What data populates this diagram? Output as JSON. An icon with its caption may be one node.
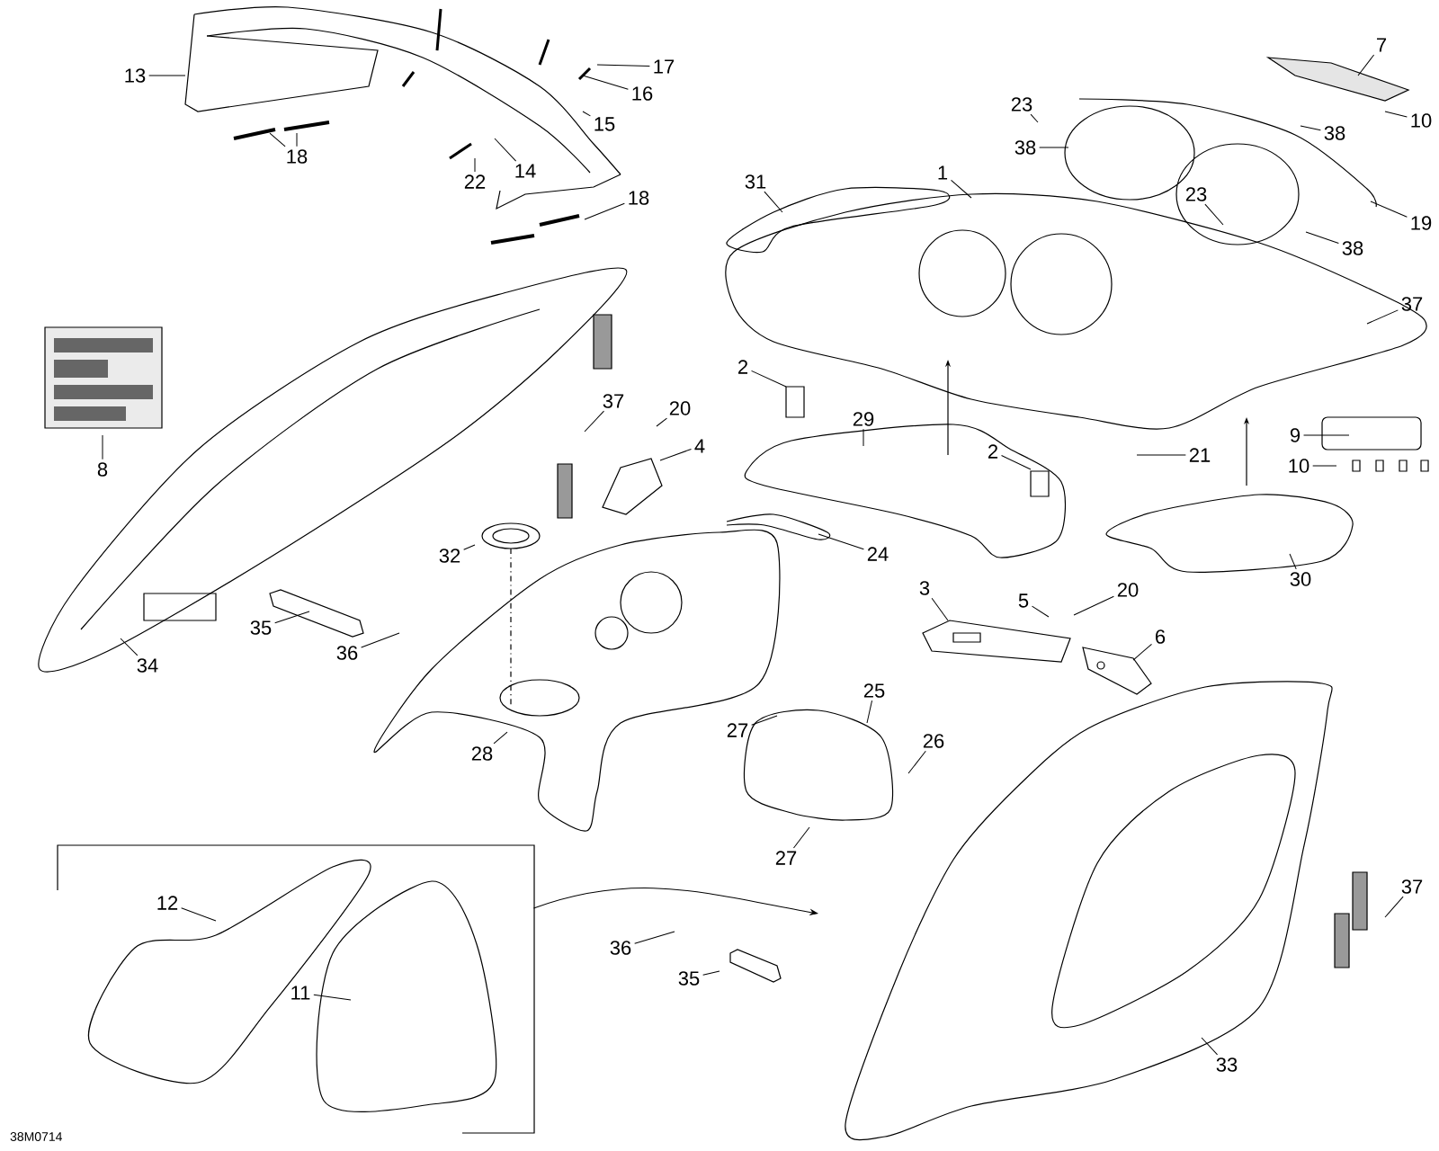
{
  "diagram": {
    "nodes": [
      {
        "text": [
          "13"
        ]
      },
      {
        "text": [
          "17"
        ]
      },
      {
        "text": [
          "16"
        ]
      },
      {
        "text": [
          "15"
        ]
      },
      {
        "text": [
          "18"
        ]
      },
      {
        "text": [
          "22"
        ]
      },
      {
        "text": [
          "14"
        ]
      },
      {
        "text": [
          "18"
        ]
      },
      {
        "text": [
          "31"
        ]
      },
      {
        "text": [
          "1"
        ]
      },
      {
        "text": [
          "23"
        ]
      },
      {
        "text": [
          "38"
        ]
      },
      {
        "text": [
          "7"
        ]
      },
      {
        "text": [
          "10"
        ]
      },
      {
        "text": [
          "38"
        ]
      },
      {
        "text": [
          "23"
        ]
      },
      {
        "text": [
          "19"
        ]
      },
      {
        "text": [
          "38"
        ]
      },
      {
        "text": [
          "37"
        ]
      },
      {
        "text": [
          "8"
        ]
      },
      {
        "text": [
          "37"
        ]
      },
      {
        "text": [
          "20"
        ]
      },
      {
        "text": [
          "4"
        ]
      },
      {
        "text": [
          "2"
        ]
      },
      {
        "text": [
          "29"
        ]
      },
      {
        "text": [
          "2"
        ]
      },
      {
        "text": [
          "21"
        ]
      },
      {
        "text": [
          "9"
        ]
      },
      {
        "text": [
          "10"
        ]
      },
      {
        "text": [
          "24"
        ]
      },
      {
        "text": [
          "30"
        ]
      },
      {
        "text": [
          "32"
        ]
      },
      {
        "text": [
          "35"
        ]
      },
      {
        "text": [
          "36"
        ]
      },
      {
        "text": [
          "34"
        ]
      },
      {
        "text": [
          "28"
        ]
      },
      {
        "text": [
          "3"
        ]
      },
      {
        "text": [
          "5"
        ]
      },
      {
        "text": [
          "20"
        ]
      },
      {
        "text": [
          "6"
        ]
      },
      {
        "text": [
          "25"
        ]
      },
      {
        "text": [
          "27"
        ]
      },
      {
        "text": [
          "26"
        ]
      },
      {
        "text": [
          "27"
        ]
      },
      {
        "text": [
          "37"
        ]
      },
      {
        "text": [
          "36"
        ]
      },
      {
        "text": [
          "35"
        ]
      },
      {
        "text": [
          "33"
        ]
      },
      {
        "text": [],
        "shape": "box"
      },
      {
        "text": [
          "12"
        ],
        "in": 48
      },
      {
        "text": [
          "11"
        ],
        "in": 48
      }
    ],
    "edges": [
      {
        "from": 0,
        "to": null,
        "arrow": "none"
      },
      {
        "from": 1,
        "to": null,
        "arrow": "none"
      },
      {
        "from": 2,
        "to": null,
        "arrow": "none"
      },
      {
        "from": 3,
        "to": null,
        "arrow": "none"
      },
      {
        "from": 4,
        "to": null,
        "arrow": "none"
      },
      {
        "from": 5,
        "to": null,
        "arrow": "none"
      },
      {
        "from": 6,
        "to": null,
        "arrow": "none"
      },
      {
        "from": 7,
        "to": null,
        "arrow": "none"
      },
      {
        "from": 8,
        "to": null,
        "arrow": "none"
      },
      {
        "from": 9,
        "to": null,
        "arrow": "none"
      },
      {
        "from": 10,
        "to": null,
        "arrow": "none"
      },
      {
        "from": 11,
        "to": null,
        "arrow": "none"
      },
      {
        "from": 12,
        "to": null,
        "arrow": "none"
      },
      {
        "from": 13,
        "to": null,
        "arrow": "none"
      },
      {
        "from": 14,
        "to": null,
        "arrow": "none"
      },
      {
        "from": 15,
        "to": null,
        "arrow": "none"
      },
      {
        "from": 16,
        "to": null,
        "arrow": "none"
      },
      {
        "from": 17,
        "to": null,
        "arrow": "none"
      },
      {
        "from": 18,
        "to": null,
        "arrow": "none"
      },
      {
        "from": 19,
        "to": null,
        "arrow": "none"
      },
      {
        "from": 20,
        "to": null,
        "arrow": "none"
      },
      {
        "from": 21,
        "to": null,
        "arrow": "none"
      },
      {
        "from": 22,
        "to": null,
        "arrow": "none"
      },
      {
        "from": 23,
        "to": null,
        "arrow": "none"
      },
      {
        "from": 24,
        "to": null,
        "arrow": "none"
      },
      {
        "from": 25,
        "to": null,
        "arrow": "none"
      },
      {
        "from": 26,
        "to": null,
        "arrow": "none"
      },
      {
        "from": 27,
        "to": null,
        "arrow": "none"
      },
      {
        "from": 28,
        "to": null,
        "arrow": "none"
      },
      {
        "from": 29,
        "to": null,
        "arrow": "none"
      },
      {
        "from": 30,
        "to": null,
        "arrow": "none"
      },
      {
        "from": 31,
        "to": null,
        "arrow": "none"
      },
      {
        "from": 32,
        "to": null,
        "arrow": "none"
      },
      {
        "from": 33,
        "to": null,
        "arrow": "none"
      },
      {
        "from": 34,
        "to": null,
        "arrow": "none"
      },
      {
        "from": 35,
        "to": null,
        "arrow": "none"
      },
      {
        "from": 36,
        "to": null,
        "arrow": "none"
      },
      {
        "from": 37,
        "to": null,
        "arrow": "none"
      },
      {
        "from": 38,
        "to": null,
        "arrow": "none"
      },
      {
        "from": 39,
        "to": null,
        "arrow": "none"
      },
      {
        "from": 40,
        "to": null,
        "arrow": "none"
      },
      {
        "from": 41,
        "to": null,
        "arrow": "none"
      },
      {
        "from": 42,
        "to": null,
        "arrow": "none"
      },
      {
        "from": 43,
        "to": null,
        "arrow": "none"
      },
      {
        "from": 44,
        "to": null,
        "arrow": "none"
      },
      {
        "from": 45,
        "to": null,
        "arrow": "none"
      },
      {
        "from": 46,
        "to": null,
        "arrow": "none"
      },
      {
        "from": 47,
        "to": null,
        "arrow": "none"
      },
      {
        "from": 4,
        "to": null,
        "arrow": "none"
      },
      {
        "from": 49,
        "to": null,
        "arrow": "none"
      },
      {
        "from": 50,
        "to": null,
        "arrow": "none"
      },
      {
        "from": 48,
        "to": null,
        "arrow": "to"
      }
    ],
    "labels": [
      "38M0714"
    ]
  }
}
